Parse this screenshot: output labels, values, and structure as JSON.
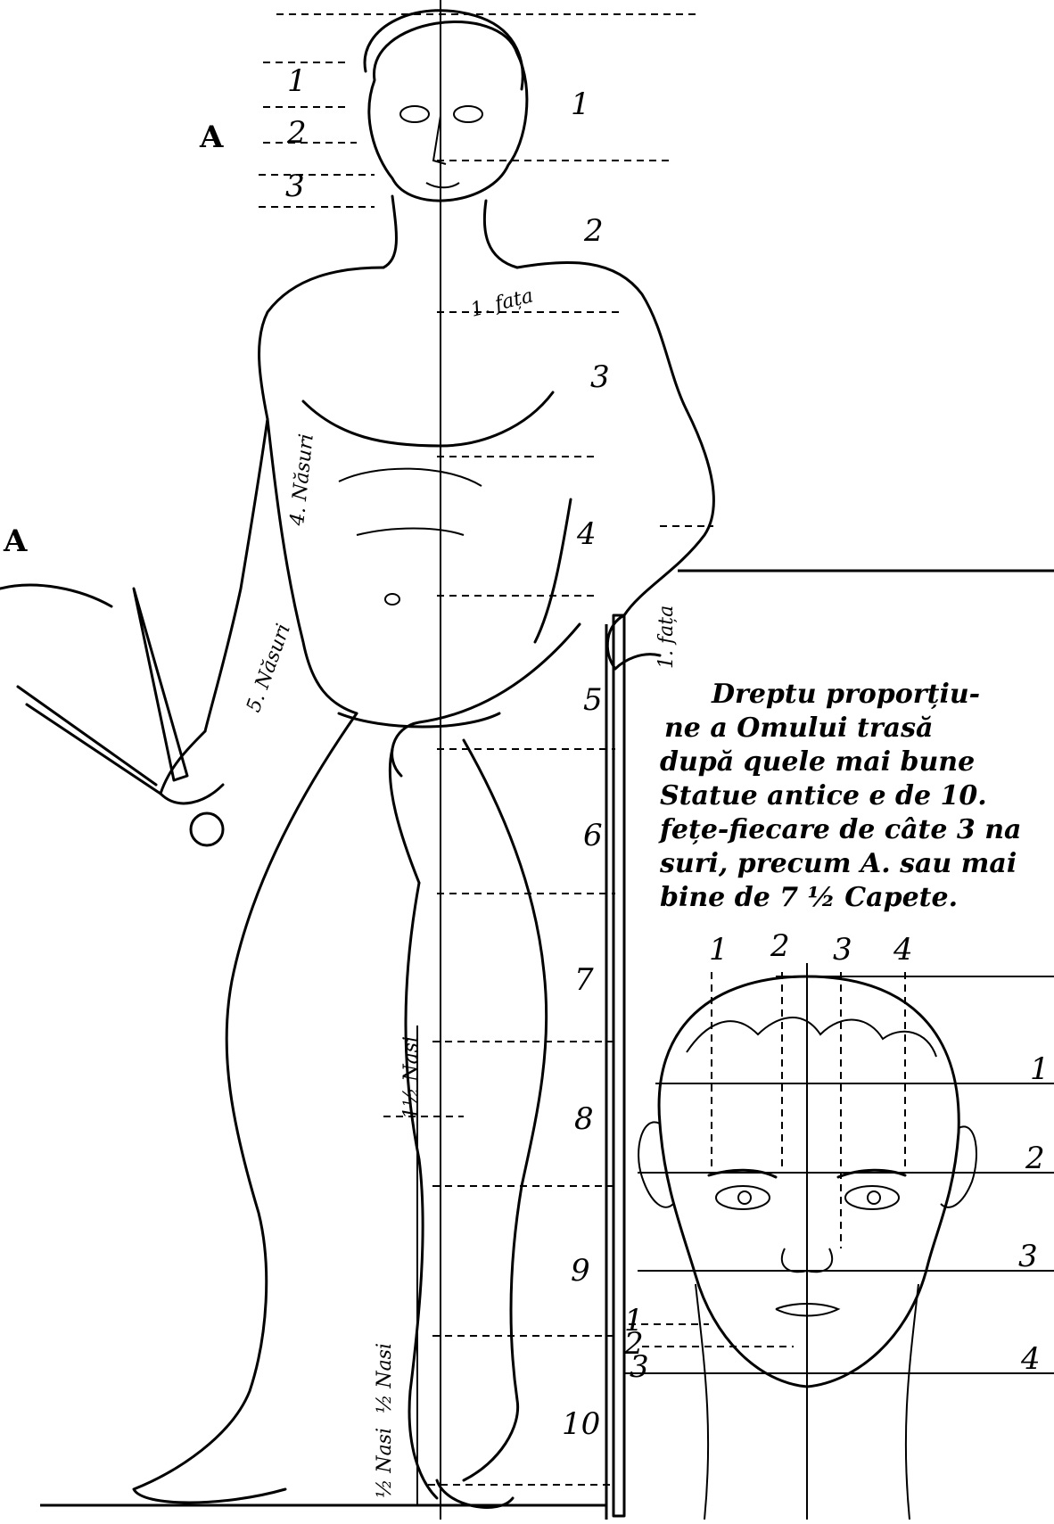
{
  "figure": {
    "marker_a_head": "A",
    "marker_a_hand": "A",
    "face_numbers": [
      "1",
      "2",
      "3"
    ],
    "body_numbers": [
      "1",
      "2",
      "3",
      "4",
      "5",
      "6",
      "7",
      "8",
      "9",
      "10"
    ],
    "labels": {
      "fata_shoulder": "1. fața",
      "fata_hand": "1. fața",
      "nasuri_upper_arm": "4. Năsuri",
      "nasuri_forearm": "5. Năsuri",
      "nasi_knee": "1½ Nasi",
      "nasi_ankle": "½ Nasi",
      "nasi_foot": "½ Nasi"
    },
    "caption_lines": [
      "Dreptu proporțiu-",
      "ne a Omului trasă",
      "după quele mai bune",
      "Statue antice e de 10.",
      "fețe-fiecare de câte 3 na",
      "suri, precum A. sau mai",
      "bine de 7 ½ Capete."
    ],
    "head_top_numbers": [
      "1",
      "2",
      "3",
      "4"
    ],
    "head_side_numbers": [
      "1",
      "2",
      "3",
      "4"
    ],
    "chin_numbers": [
      "1",
      "2",
      "3"
    ]
  }
}
